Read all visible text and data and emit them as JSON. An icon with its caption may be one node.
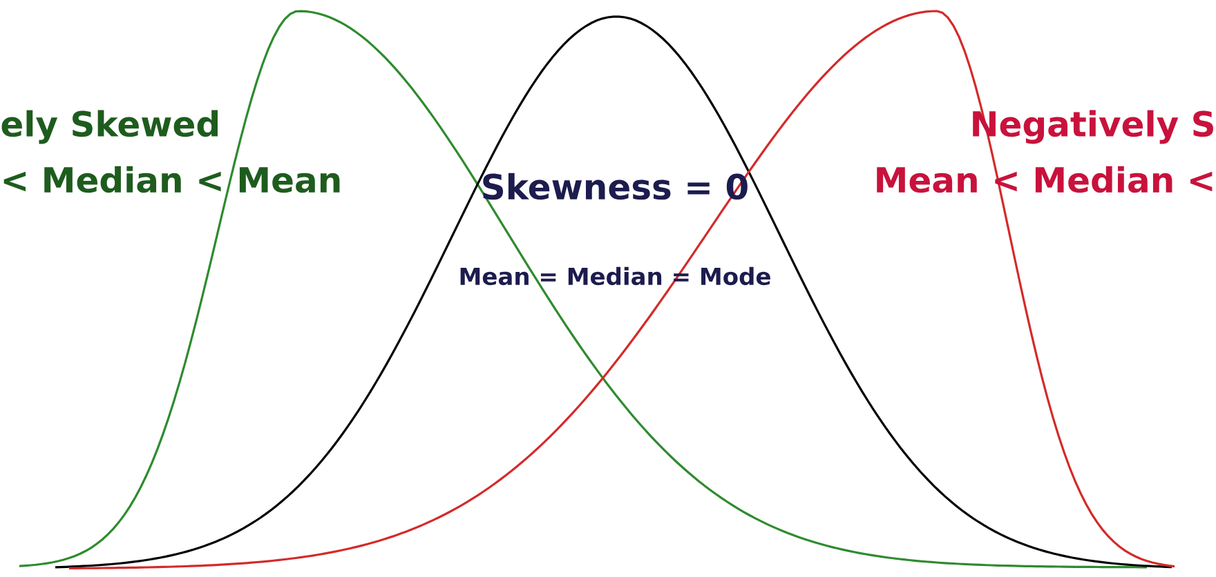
{
  "diagram": {
    "labels": [
      "ely Skewed",
      "Negatively S",
      "< Median < Mean",
      "Skewness = 0",
      "Mean < Median <",
      "Mean = Median = Mode"
    ]
  }
}
